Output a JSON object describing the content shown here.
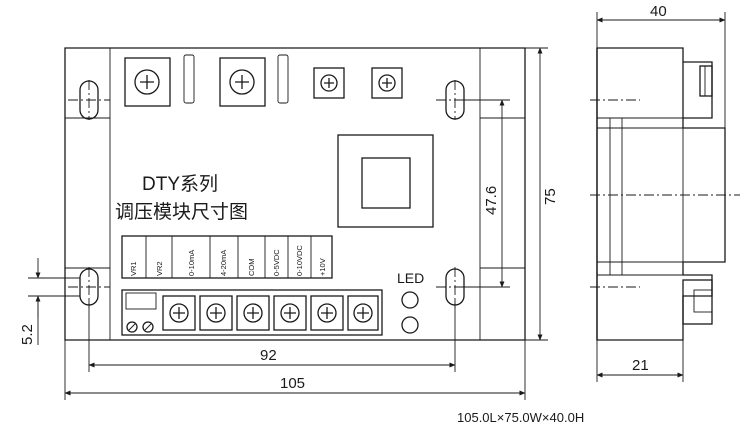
{
  "front_view": {
    "title_line1": "DTY系列",
    "title_line2": "调压模块尺寸图",
    "terminals": [
      "VR1",
      "VR2",
      "0-10mA",
      "4-20mA",
      "COM",
      "0-5VDC",
      "0-10VDC",
      "+10V"
    ],
    "led_label": "LED"
  },
  "dimensions": {
    "overall_width": "105",
    "hole_spacing_width": "92",
    "overall_height": "75",
    "hole_spacing_height": "47.6",
    "hole_offset": "5.2",
    "side_depth": "40",
    "side_base": "21"
  },
  "spec_text": "105.0L×75.0W×40.0H"
}
